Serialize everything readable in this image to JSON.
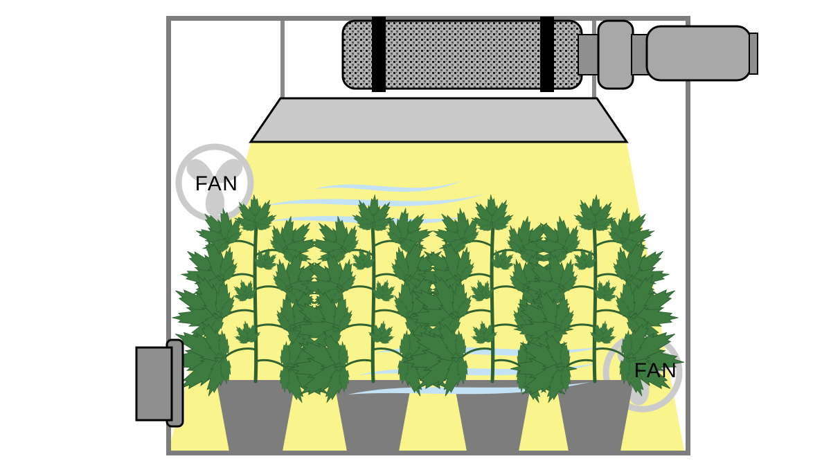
{
  "diagram": {
    "type": "indoor-grow-tent-setup",
    "plant_count": 4,
    "fans": [
      {
        "label": "FAN",
        "position": "upper-left"
      },
      {
        "label": "FAN",
        "position": "lower-right"
      }
    ]
  },
  "labels": {
    "fan_left": "FAN",
    "fan_right": "FAN"
  },
  "colors": {
    "background": "#FFFFFF",
    "tent_frame": "#7D7D7D",
    "hanger": "#8A8A8A",
    "filter_base": "#B4B4B4",
    "filter_dot_dark": "#1A1A1A",
    "filter_dot_mid": "#5A5A5A",
    "filter_strap": "#000000",
    "outline": "#000000",
    "duct": "#8F8F8F",
    "fan_housing": "#A8A8A8",
    "reflector": "#C9C9C9",
    "light_beam": "#FAF48C",
    "pot": "#7D7D7D",
    "fan_circle": "#CBCBCB",
    "fan_blade": "#CDCDCD",
    "fan_fill": "#FFFFFF",
    "air_flow": "#C4E2F6",
    "leaf_green": "#3E7B41",
    "leaf_outline": "#2C5E2F",
    "stem_green": "#2F6133",
    "label_text": "#000000"
  }
}
